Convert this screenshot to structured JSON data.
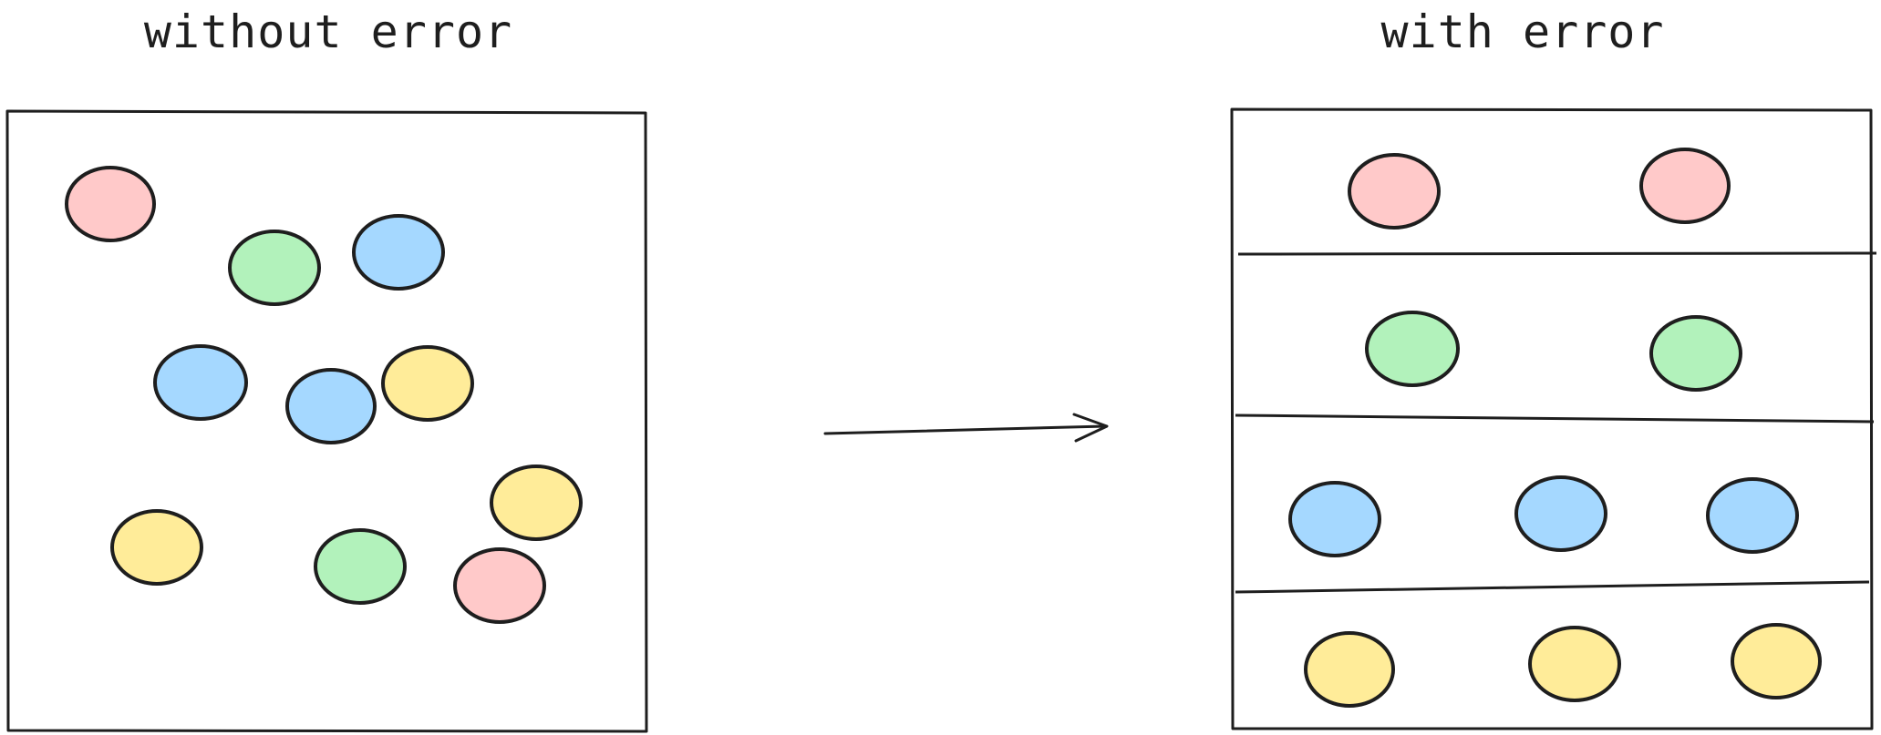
{
  "titles": {
    "left": "without error",
    "right": "with error"
  },
  "colors": {
    "stroke": "#1e1e1e",
    "red": "#ffc9c9",
    "green": "#b2f2bb",
    "blue": "#a5d8ff",
    "yellow": "#ffec99"
  },
  "diagram": {
    "left_panel": {
      "dots": [
        "red",
        "green",
        "blue",
        "blue",
        "blue",
        "yellow",
        "yellow",
        "green",
        "red",
        "yellow"
      ]
    },
    "right_panel": {
      "rows": [
        {
          "color": "red",
          "count": 2
        },
        {
          "color": "green",
          "count": 2
        },
        {
          "color": "blue",
          "count": 3
        },
        {
          "color": "yellow",
          "count": 3
        }
      ]
    }
  }
}
